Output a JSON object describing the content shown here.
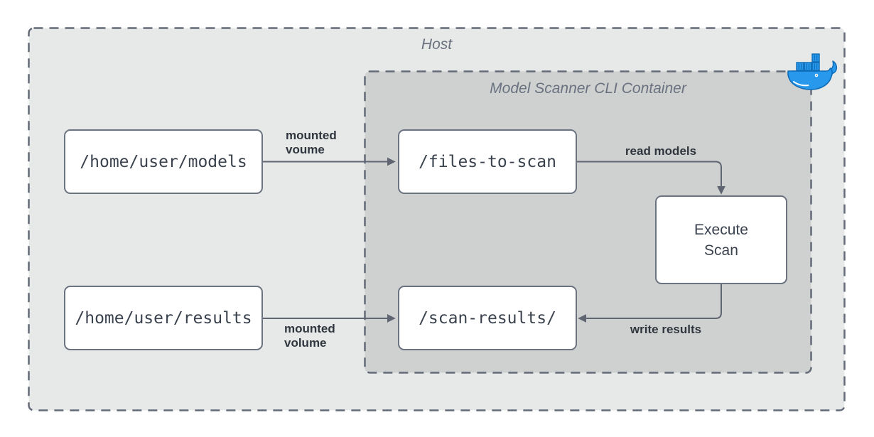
{
  "diagram": {
    "host": {
      "label": "Host"
    },
    "container": {
      "label": "Model Scanner CLI Container"
    },
    "nodes": {
      "models": {
        "label": "/home/user/models"
      },
      "files_to_scan": {
        "label": "/files-to-scan"
      },
      "execute_scan": {
        "label": "Execute\nScan"
      },
      "results": {
        "label": "/home/user/results"
      },
      "scan_results": {
        "label": "/scan-results/"
      }
    },
    "edges": {
      "mounted_voume": {
        "label": "mounted\nvoume"
      },
      "read_models": {
        "label": "read models"
      },
      "write_results": {
        "label": "write results"
      },
      "mounted_volume": {
        "label": "mounted\nvolume"
      }
    },
    "icons": {
      "docker": "docker-whale-icon"
    },
    "colors": {
      "host_fill": "#e7e8e8",
      "container_fill": "#cfd0d0",
      "dash_stroke": "#646b78",
      "arrow_stroke": "#5f6672",
      "node_border": "#6b7280",
      "node_fill": "#ffffff",
      "node_text": "#3a424e",
      "zone_title_text": "#6a7280",
      "edge_label_text": "#30363e",
      "docker_blue": "#2798ec",
      "docker_blue_dark": "#0e6bb5"
    }
  }
}
